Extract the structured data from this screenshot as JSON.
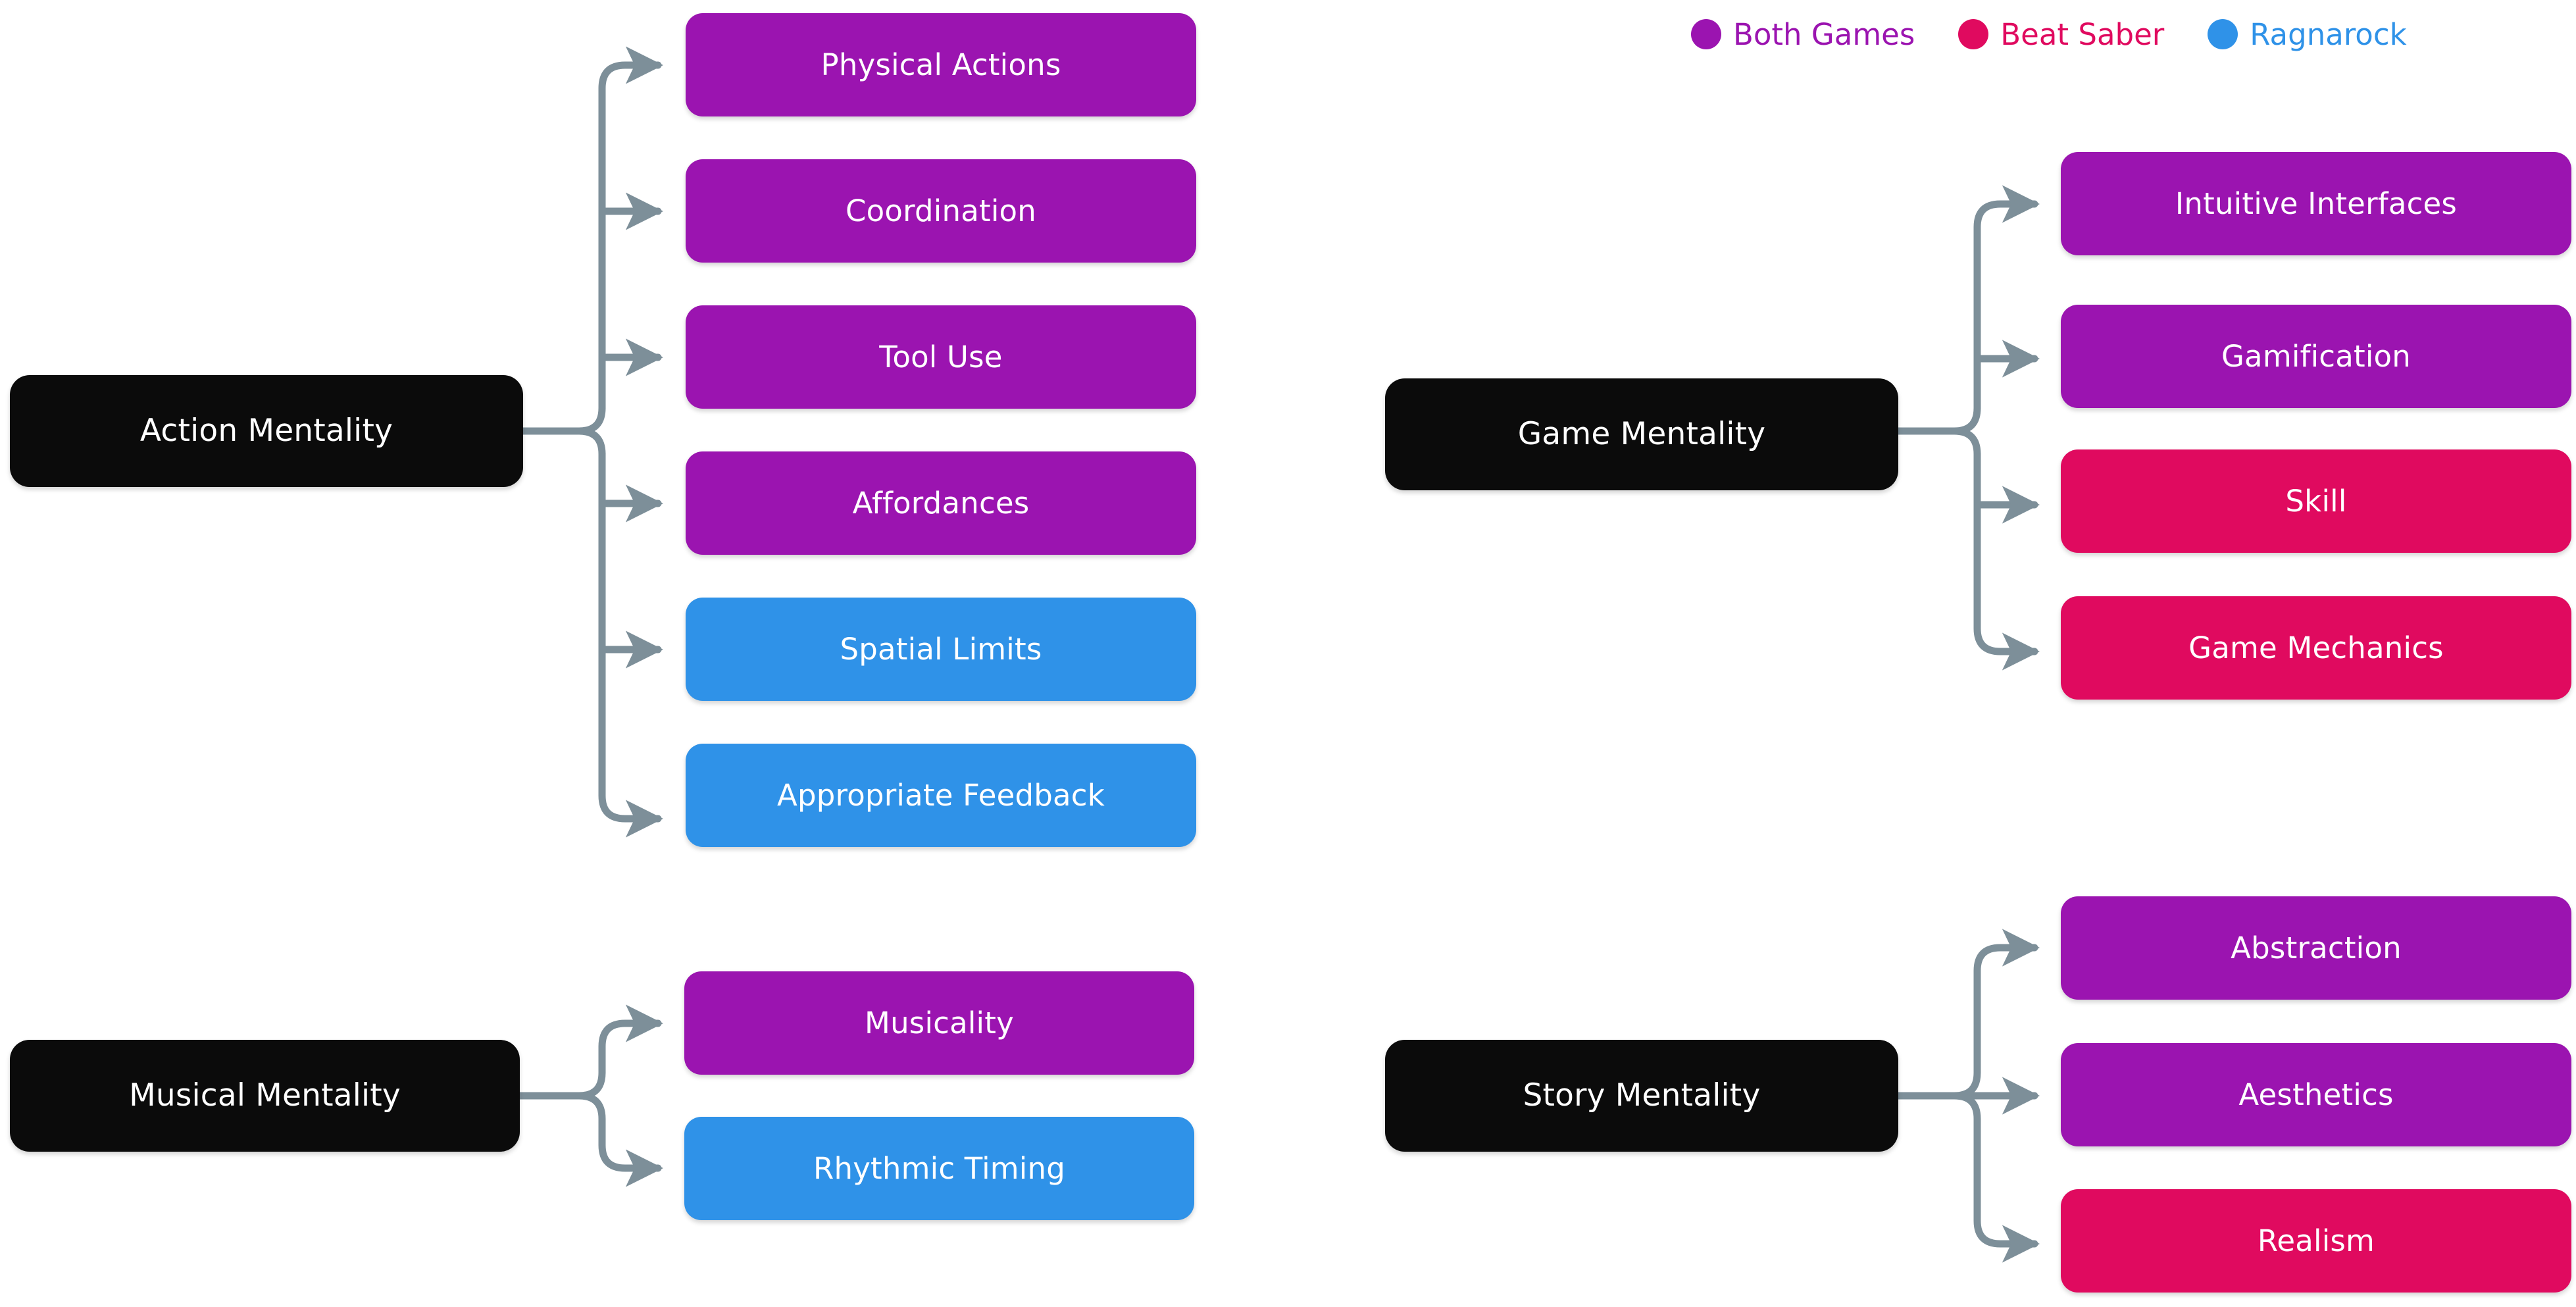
{
  "diagram": {
    "title_visible": false,
    "background": "#ffffff",
    "connector_color": "#7d8f99"
  },
  "legend": {
    "items": [
      {
        "label": "Both Games",
        "color": "#9b14b0",
        "icon": "filled-circle"
      },
      {
        "label": "Beat Saber",
        "color": "#e00a5f",
        "icon": "filled-circle"
      },
      {
        "label": "Ragnarock",
        "color": "#2f92e8",
        "icon": "filled-circle"
      }
    ]
  },
  "clusters": [
    {
      "id": "action",
      "root": {
        "label": "Action Mentality",
        "color": "#0b0b0b"
      },
      "children": [
        {
          "label": "Physical Actions",
          "color": "#9b14b0",
          "category": "Both Games"
        },
        {
          "label": "Coordination",
          "color": "#9b14b0",
          "category": "Both Games"
        },
        {
          "label": "Tool Use",
          "color": "#9b14b0",
          "category": "Both Games"
        },
        {
          "label": "Affordances",
          "color": "#9b14b0",
          "category": "Both Games"
        },
        {
          "label": "Spatial Limits",
          "color": "#2f92e8",
          "category": "Ragnarock"
        },
        {
          "label": "Appropriate Feedback",
          "color": "#2f92e8",
          "category": "Ragnarock"
        }
      ]
    },
    {
      "id": "game",
      "root": {
        "label": "Game Mentality",
        "color": "#0b0b0b"
      },
      "children": [
        {
          "label": "Intuitive Interfaces",
          "color": "#9b14b0",
          "category": "Both Games"
        },
        {
          "label": "Gamification",
          "color": "#9b14b0",
          "category": "Both Games"
        },
        {
          "label": "Skill",
          "color": "#e00a5f",
          "category": "Beat Saber"
        },
        {
          "label": "Game Mechanics",
          "color": "#e00a5f",
          "category": "Beat Saber"
        }
      ]
    },
    {
      "id": "musical",
      "root": {
        "label": "Musical Mentality",
        "color": "#0b0b0b"
      },
      "children": [
        {
          "label": "Musicality",
          "color": "#9b14b0",
          "category": "Both Games"
        },
        {
          "label": "Rhythmic Timing",
          "color": "#2f92e8",
          "category": "Ragnarock"
        }
      ]
    },
    {
      "id": "story",
      "root": {
        "label": "Story Mentality",
        "color": "#0b0b0b"
      },
      "children": [
        {
          "label": "Abstraction",
          "color": "#9b14b0",
          "category": "Both Games"
        },
        {
          "label": "Aesthetics",
          "color": "#9b14b0",
          "category": "Both Games"
        },
        {
          "label": "Realism",
          "color": "#e00a5f",
          "category": "Beat Saber"
        }
      ]
    }
  ]
}
